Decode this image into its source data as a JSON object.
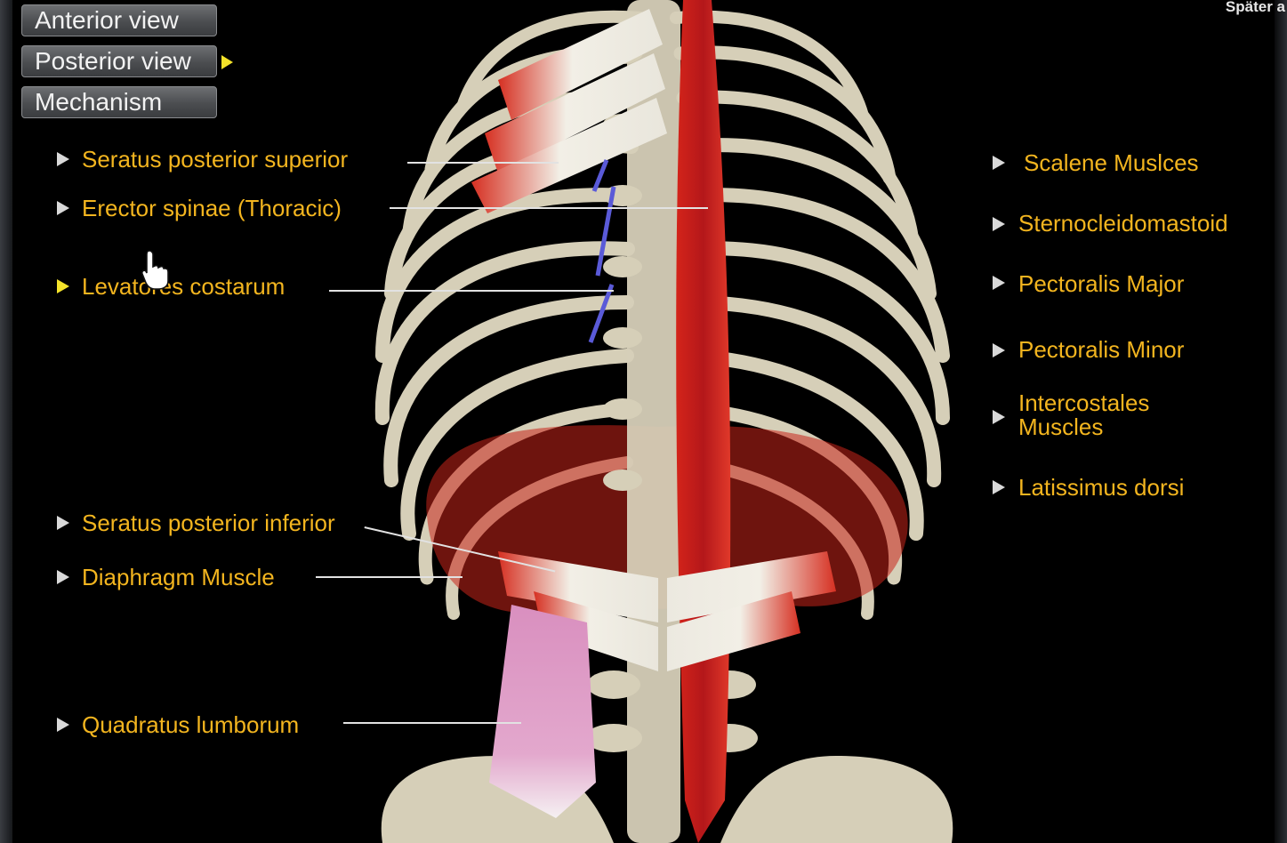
{
  "overlay_text": "Später a",
  "view_buttons": [
    {
      "label": "Anterior view"
    },
    {
      "label": "Posterior view",
      "active": true
    },
    {
      "label": "Mechanism"
    }
  ],
  "left_labels": [
    {
      "label": "Seratus posterior superior"
    },
    {
      "label": "Erector spinae (Thoracic)"
    },
    {
      "label": "Levatores costarum",
      "active": true
    },
    {
      "label": "Seratus posterior inferior"
    },
    {
      "label": "Diaphragm Muscle"
    },
    {
      "label": "Quadratus lumborum"
    }
  ],
  "right_labels": [
    {
      "label": "Scalene Muslces"
    },
    {
      "label": "Sternocleidomastoid"
    },
    {
      "label": "Pectoralis Major"
    },
    {
      "label": "Pectoralis Minor"
    },
    {
      "label": "Intercostales Muscles"
    },
    {
      "label": "Latissimus dorsi"
    }
  ],
  "colors": {
    "label": "#f3b51f",
    "marker_inactive": "#d9d9d9",
    "marker_active": "#f4e32a",
    "muscle_red": "#c8241a",
    "bone": "#d6cfb8",
    "levator": "#5a5ad8",
    "quadratus": "#d98fbf"
  }
}
